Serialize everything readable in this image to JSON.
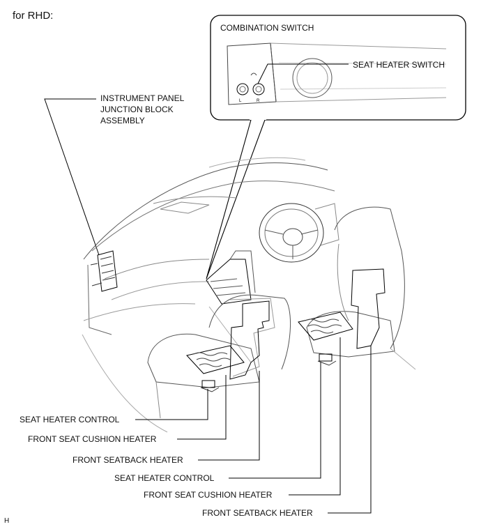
{
  "header": "for RHD:",
  "inset_title": "COMBINATION SWITCH",
  "labels": {
    "seat_heater_switch": "SEAT HEATER SWITCH",
    "ipjb_line1": "INSTRUMENT PANEL",
    "ipjb_line2": "JUNCTION BLOCK",
    "ipjb_line3": "ASSEMBLY",
    "left_seat_heater_control": "SEAT HEATER CONTROL",
    "left_front_seat_cushion_heater": "FRONT SEAT CUSHION HEATER",
    "left_front_seatback_heater": "FRONT SEATBACK HEATER",
    "right_seat_heater_control": "SEAT HEATER CONTROL",
    "right_front_seat_cushion_heater": "FRONT SEAT CUSHION HEATER",
    "right_front_seatback_heater": "FRONT SEATBACK HEATER"
  },
  "switch_marks": {
    "left": "L",
    "right": "R"
  },
  "corner_mark": "H"
}
